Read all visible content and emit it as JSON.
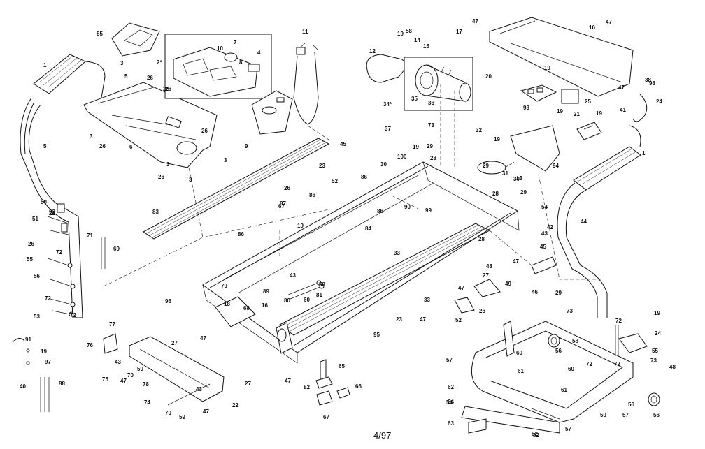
{
  "footer": "4/97",
  "callouts": [
    {
      "id": "c1",
      "text": "1"
    },
    {
      "id": "c1b",
      "text": "1"
    },
    {
      "id": "c2",
      "text": "2*"
    },
    {
      "id": "c3a",
      "text": "3"
    },
    {
      "id": "c3b",
      "text": "3"
    },
    {
      "id": "c3c",
      "text": "3"
    },
    {
      "id": "c3d",
      "text": "3"
    },
    {
      "id": "c3e",
      "text": "3"
    },
    {
      "id": "c4",
      "text": "4"
    },
    {
      "id": "c5",
      "text": "5"
    },
    {
      "id": "c5b",
      "text": "5"
    },
    {
      "id": "c6",
      "text": "6"
    },
    {
      "id": "c7",
      "text": "7"
    },
    {
      "id": "c8",
      "text": "8"
    },
    {
      "id": "c9",
      "text": "9"
    },
    {
      "id": "c10",
      "text": "10"
    },
    {
      "id": "c11",
      "text": "11"
    },
    {
      "id": "c12",
      "text": "12"
    },
    {
      "id": "c13",
      "text": "13"
    },
    {
      "id": "c14",
      "text": "14"
    },
    {
      "id": "c15",
      "text": "15"
    },
    {
      "id": "c16",
      "text": "16"
    },
    {
      "id": "c16b",
      "text": "16"
    },
    {
      "id": "c17",
      "text": "17"
    },
    {
      "id": "c18",
      "text": "18"
    },
    {
      "id": "c19a",
      "text": "19"
    },
    {
      "id": "c19b",
      "text": "19"
    },
    {
      "id": "c19c",
      "text": "19"
    },
    {
      "id": "c19d",
      "text": "19"
    },
    {
      "id": "c19e",
      "text": "19"
    },
    {
      "id": "c19f",
      "text": "19"
    },
    {
      "id": "c19g",
      "text": "19"
    },
    {
      "id": "c19h",
      "text": "19"
    },
    {
      "id": "c19i",
      "text": "19"
    },
    {
      "id": "c20",
      "text": "20"
    },
    {
      "id": "c21",
      "text": "21"
    },
    {
      "id": "c22",
      "text": "22"
    },
    {
      "id": "c22b",
      "text": "22"
    },
    {
      "id": "c23",
      "text": "23"
    },
    {
      "id": "c23b",
      "text": "23"
    },
    {
      "id": "c24",
      "text": "24"
    },
    {
      "id": "c24b",
      "text": "24"
    },
    {
      "id": "c25",
      "text": "25"
    },
    {
      "id": "c26a",
      "text": "26"
    },
    {
      "id": "c26b",
      "text": "26"
    },
    {
      "id": "c26c",
      "text": "26"
    },
    {
      "id": "c26d",
      "text": "26"
    },
    {
      "id": "c26e",
      "text": "26"
    },
    {
      "id": "c26f",
      "text": "26"
    },
    {
      "id": "c26g",
      "text": "26"
    },
    {
      "id": "c26h",
      "text": "26"
    },
    {
      "id": "c27a",
      "text": "27"
    },
    {
      "id": "c27b",
      "text": "27"
    },
    {
      "id": "c27c",
      "text": "27"
    },
    {
      "id": "c28a",
      "text": "28"
    },
    {
      "id": "c28b",
      "text": "28"
    },
    {
      "id": "c28c",
      "text": "28"
    },
    {
      "id": "c28d",
      "text": "28"
    },
    {
      "id": "c29a",
      "text": "29"
    },
    {
      "id": "c29b",
      "text": "29"
    },
    {
      "id": "c29c",
      "text": "29"
    },
    {
      "id": "c29d",
      "text": "29"
    },
    {
      "id": "c30",
      "text": "30"
    },
    {
      "id": "c30b",
      "text": "30"
    },
    {
      "id": "c31",
      "text": "31"
    },
    {
      "id": "c32",
      "text": "32"
    },
    {
      "id": "c33",
      "text": "33"
    },
    {
      "id": "c33b",
      "text": "33"
    },
    {
      "id": "c34",
      "text": "34*"
    },
    {
      "id": "c35",
      "text": "35"
    },
    {
      "id": "c36",
      "text": "36"
    },
    {
      "id": "c37",
      "text": "37"
    },
    {
      "id": "c38",
      "text": "38"
    },
    {
      "id": "c40",
      "text": "40"
    },
    {
      "id": "c41",
      "text": "41"
    },
    {
      "id": "c42",
      "text": "42"
    },
    {
      "id": "c43a",
      "text": "43"
    },
    {
      "id": "c43b",
      "text": "43"
    },
    {
      "id": "c43c",
      "text": "43"
    },
    {
      "id": "c43d",
      "text": "43"
    },
    {
      "id": "c44",
      "text": "44"
    },
    {
      "id": "c45",
      "text": "45"
    },
    {
      "id": "c45b",
      "text": "45"
    },
    {
      "id": "c46",
      "text": "46"
    },
    {
      "id": "c47a",
      "text": "47"
    },
    {
      "id": "c47b",
      "text": "47"
    },
    {
      "id": "c47c",
      "text": "47"
    },
    {
      "id": "c47d",
      "text": "47"
    },
    {
      "id": "c47e",
      "text": "47"
    },
    {
      "id": "c47f",
      "text": "47"
    },
    {
      "id": "c47g",
      "text": "47"
    },
    {
      "id": "c47h",
      "text": "47"
    },
    {
      "id": "c47i",
      "text": "47"
    },
    {
      "id": "c47j",
      "text": "47"
    },
    {
      "id": "c48",
      "text": "48"
    },
    {
      "id": "c48b",
      "text": "48"
    },
    {
      "id": "c49",
      "text": "49"
    },
    {
      "id": "c50",
      "text": "50"
    },
    {
      "id": "c51",
      "text": "51"
    },
    {
      "id": "c52",
      "text": "52"
    },
    {
      "id": "c52b",
      "text": "52"
    },
    {
      "id": "c53",
      "text": "53"
    },
    {
      "id": "c54",
      "text": "54"
    },
    {
      "id": "c54b",
      "text": "54"
    },
    {
      "id": "c55",
      "text": "55"
    },
    {
      "id": "c55b",
      "text": "55"
    },
    {
      "id": "c56",
      "text": "56"
    },
    {
      "id": "c56b",
      "text": "56"
    },
    {
      "id": "c56c",
      "text": "56"
    },
    {
      "id": "c56d",
      "text": "56"
    },
    {
      "id": "c57",
      "text": "57"
    },
    {
      "id": "c57b",
      "text": "57"
    },
    {
      "id": "c57c",
      "text": "57"
    },
    {
      "id": "c58",
      "text": "58"
    },
    {
      "id": "c58b",
      "text": "58"
    },
    {
      "id": "c58c",
      "text": "58"
    },
    {
      "id": "c59",
      "text": "59"
    },
    {
      "id": "c59b",
      "text": "59"
    },
    {
      "id": "c59c",
      "text": "59"
    },
    {
      "id": "c60",
      "text": "60"
    },
    {
      "id": "c60b",
      "text": "60"
    },
    {
      "id": "c60c",
      "text": "60"
    },
    {
      "id": "c61",
      "text": "61"
    },
    {
      "id": "c61b",
      "text": "61"
    },
    {
      "id": "c62",
      "text": "62"
    },
    {
      "id": "c62b",
      "text": "62"
    },
    {
      "id": "c63",
      "text": "63"
    },
    {
      "id": "c64",
      "text": "64"
    },
    {
      "id": "c65",
      "text": "65"
    },
    {
      "id": "c66",
      "text": "66"
    },
    {
      "id": "c67",
      "text": "67"
    },
    {
      "id": "c67b",
      "text": "67"
    },
    {
      "id": "c68",
      "text": "68"
    },
    {
      "id": "c69",
      "text": "69"
    },
    {
      "id": "c70",
      "text": "70"
    },
    {
      "id": "c70b",
      "text": "70"
    },
    {
      "id": "c71",
      "text": "71"
    },
    {
      "id": "c72a",
      "text": "72"
    },
    {
      "id": "c72b",
      "text": "72"
    },
    {
      "id": "c72c",
      "text": "72"
    },
    {
      "id": "c72d",
      "text": "72"
    },
    {
      "id": "c72e",
      "text": "72"
    },
    {
      "id": "c72f",
      "text": "72"
    },
    {
      "id": "c73",
      "text": "73"
    },
    {
      "id": "c73b",
      "text": "73"
    },
    {
      "id": "c73c",
      "text": "73"
    },
    {
      "id": "c74",
      "text": "74"
    },
    {
      "id": "c75",
      "text": "75"
    },
    {
      "id": "c76",
      "text": "76"
    },
    {
      "id": "c77",
      "text": "77"
    },
    {
      "id": "c78",
      "text": "78"
    },
    {
      "id": "c79",
      "text": "79"
    },
    {
      "id": "c80",
      "text": "80"
    },
    {
      "id": "c81",
      "text": "81"
    },
    {
      "id": "c82",
      "text": "82"
    },
    {
      "id": "c82b",
      "text": "82"
    },
    {
      "id": "c83",
      "text": "83"
    },
    {
      "id": "c84",
      "text": "84"
    },
    {
      "id": "c85",
      "text": "85"
    },
    {
      "id": "c86",
      "text": "86"
    },
    {
      "id": "c86b",
      "text": "86"
    },
    {
      "id": "c86c",
      "text": "86"
    },
    {
      "id": "c86d",
      "text": "86"
    },
    {
      "id": "c87",
      "text": "87"
    },
    {
      "id": "c88",
      "text": "88"
    },
    {
      "id": "c89",
      "text": "89"
    },
    {
      "id": "c90",
      "text": "90"
    },
    {
      "id": "c91",
      "text": "91"
    },
    {
      "id": "c92",
      "text": "92"
    },
    {
      "id": "c93",
      "text": "93"
    },
    {
      "id": "c94",
      "text": "94"
    },
    {
      "id": "c95",
      "text": "95"
    },
    {
      "id": "c96",
      "text": "96"
    },
    {
      "id": "c97",
      "text": "97"
    },
    {
      "id": "c98",
      "text": "98"
    },
    {
      "id": "c99",
      "text": "99"
    },
    {
      "id": "c100",
      "text": "100"
    }
  ]
}
